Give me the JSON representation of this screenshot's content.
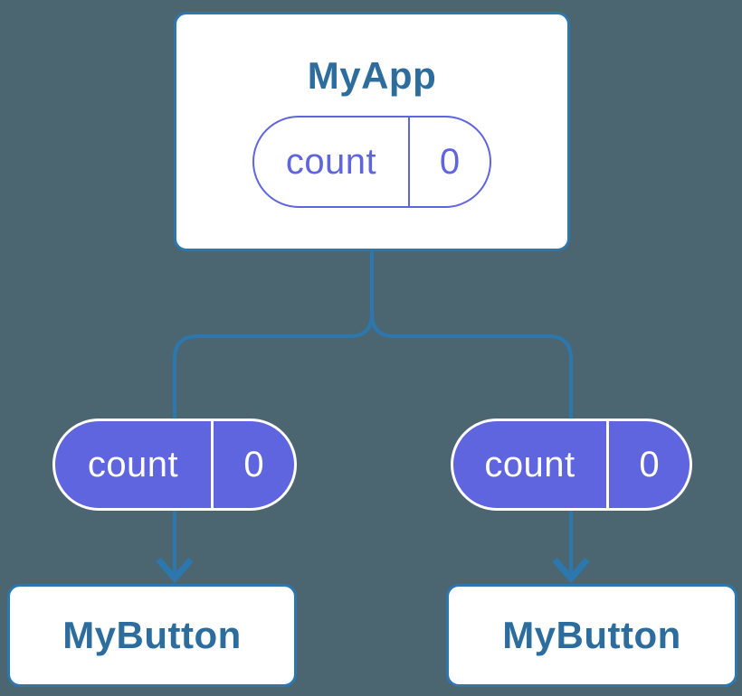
{
  "colors": {
    "background": "#4C6671",
    "line_blue": "#2B77AE",
    "text_blue": "#2D6D9E",
    "indigo": "#5F65DE",
    "white": "#FFFFFF"
  },
  "diagram": {
    "root": {
      "title": "MyApp",
      "state": {
        "label": "count",
        "value": "0"
      }
    },
    "children": [
      {
        "title": "MyButton",
        "state": {
          "label": "count",
          "value": "0"
        }
      },
      {
        "title": "MyButton",
        "state": {
          "label": "count",
          "value": "0"
        }
      }
    ]
  }
}
